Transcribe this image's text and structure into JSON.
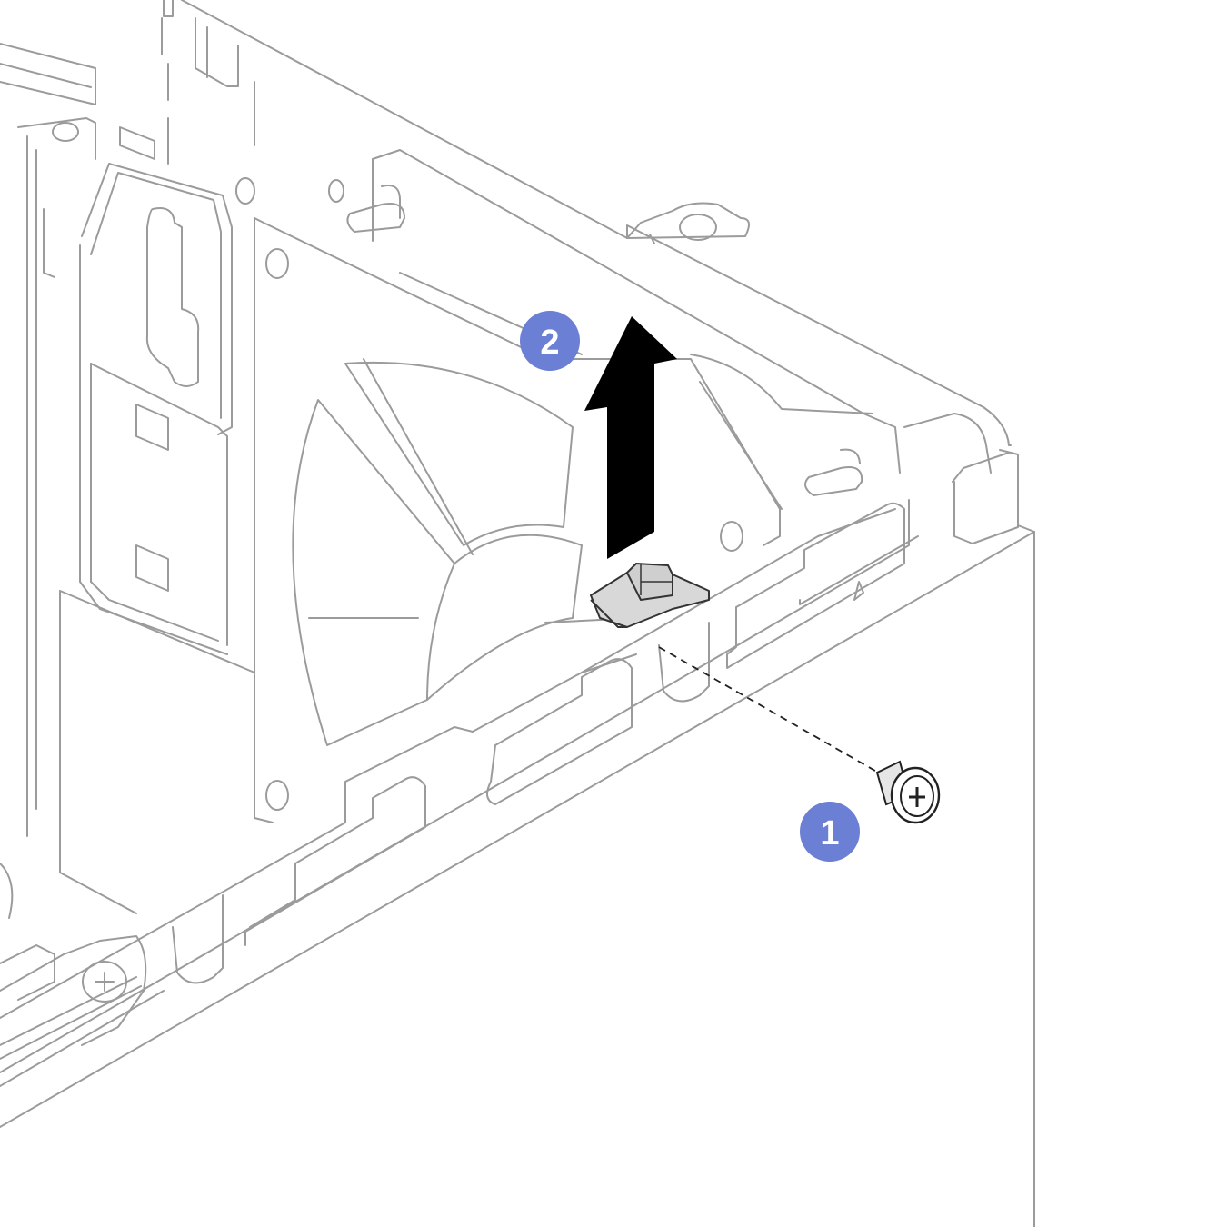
{
  "colors": {
    "line": "#9b9b9b",
    "callout": "#6b7fd4",
    "callout_text": "#ffffff",
    "arrow": "#000000",
    "latch_fill": "#d8d8d8",
    "screw_stroke": "#222222"
  },
  "callouts": [
    {
      "label": "1",
      "step": "remove-screw"
    },
    {
      "label": "2",
      "step": "lift-latch"
    }
  ],
  "arrow": {
    "direction": "up",
    "icon": "arrow-up-icon"
  }
}
